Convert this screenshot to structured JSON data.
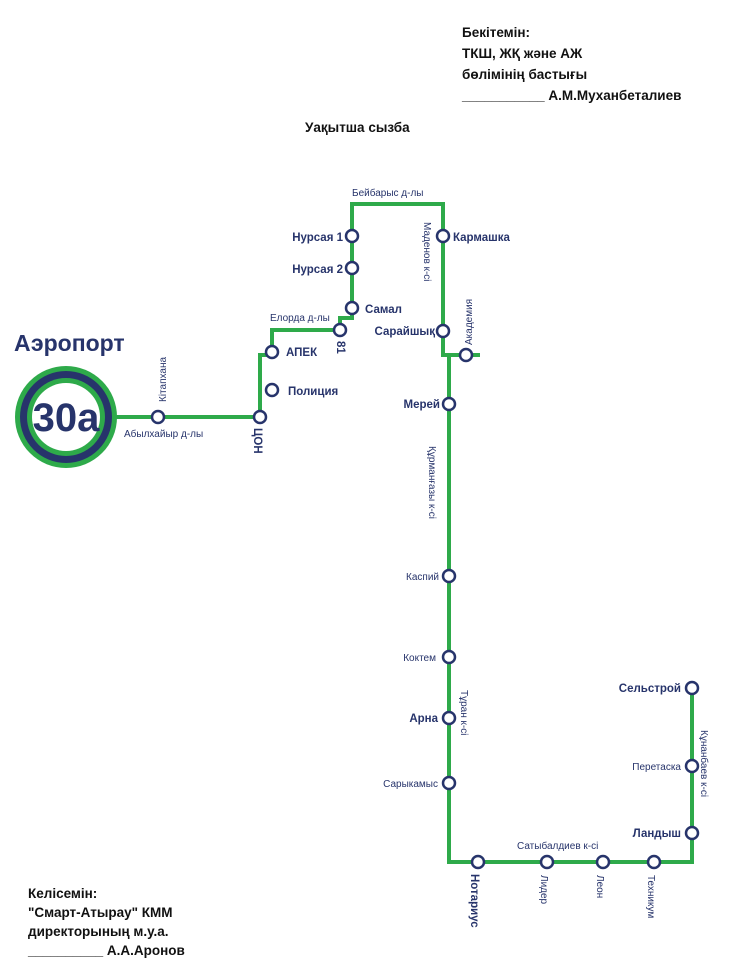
{
  "approval": {
    "line1": "Бекітемін:",
    "line2": "ТКШ, ЖҚ және АЖ",
    "line3": "бөлімінің бастығы",
    "line4": "___________ А.М.Муханбеталиев"
  },
  "agreement": {
    "line1": "Келісемін:",
    "line2": "\"Смарт-Атырау\" КММ",
    "line3": "директорының м.у.а.",
    "line4": "__________ А.А.Аронов"
  },
  "title": "Уақытша сызба",
  "terminal": {
    "name": "Аэропорт",
    "route": "30а"
  },
  "colors": {
    "route_line": "#2eaa4a",
    "stop_ring": "#27346b",
    "text": "#27346b"
  },
  "stops": {
    "kitaphana": "Кітапхана",
    "con": "ЦОН",
    "policiya": "Полиция",
    "apek": "АПЕК",
    "s81": "81",
    "samal": "Самал",
    "nursaya2": "Нурсая 2",
    "nursaya1": "Нурсая 1",
    "karmashka": "Кармашка",
    "saraishyk": "Сарайшық",
    "akademiya": "Академия",
    "merei": "Мерей",
    "kaspii": "Каспий",
    "koktem": "Коктем",
    "arna": "Арна",
    "sarykamys": "Сарыкамыс",
    "notarius": "Нотариус",
    "lider": "Лидер",
    "leon": "Леон",
    "tehnikum": "Техникум",
    "landysh": "Ландыш",
    "peretaska": "Перетаска",
    "selstroi": "Сельстрой"
  },
  "streets": {
    "abylkhaiyr": "Абылхайыр д-лы",
    "elorda": "Елорда д-лы",
    "beibarys": "Бейбарыс д-лы",
    "madenov": "Маденов к-сі",
    "kurmangazy": "Құрманғазы к-сі",
    "turan": "Тұран к-сі",
    "satybaldiev": "Сатыбалдиев к-сі",
    "kunanbaev": "Кұнанбаев к-сі"
  }
}
